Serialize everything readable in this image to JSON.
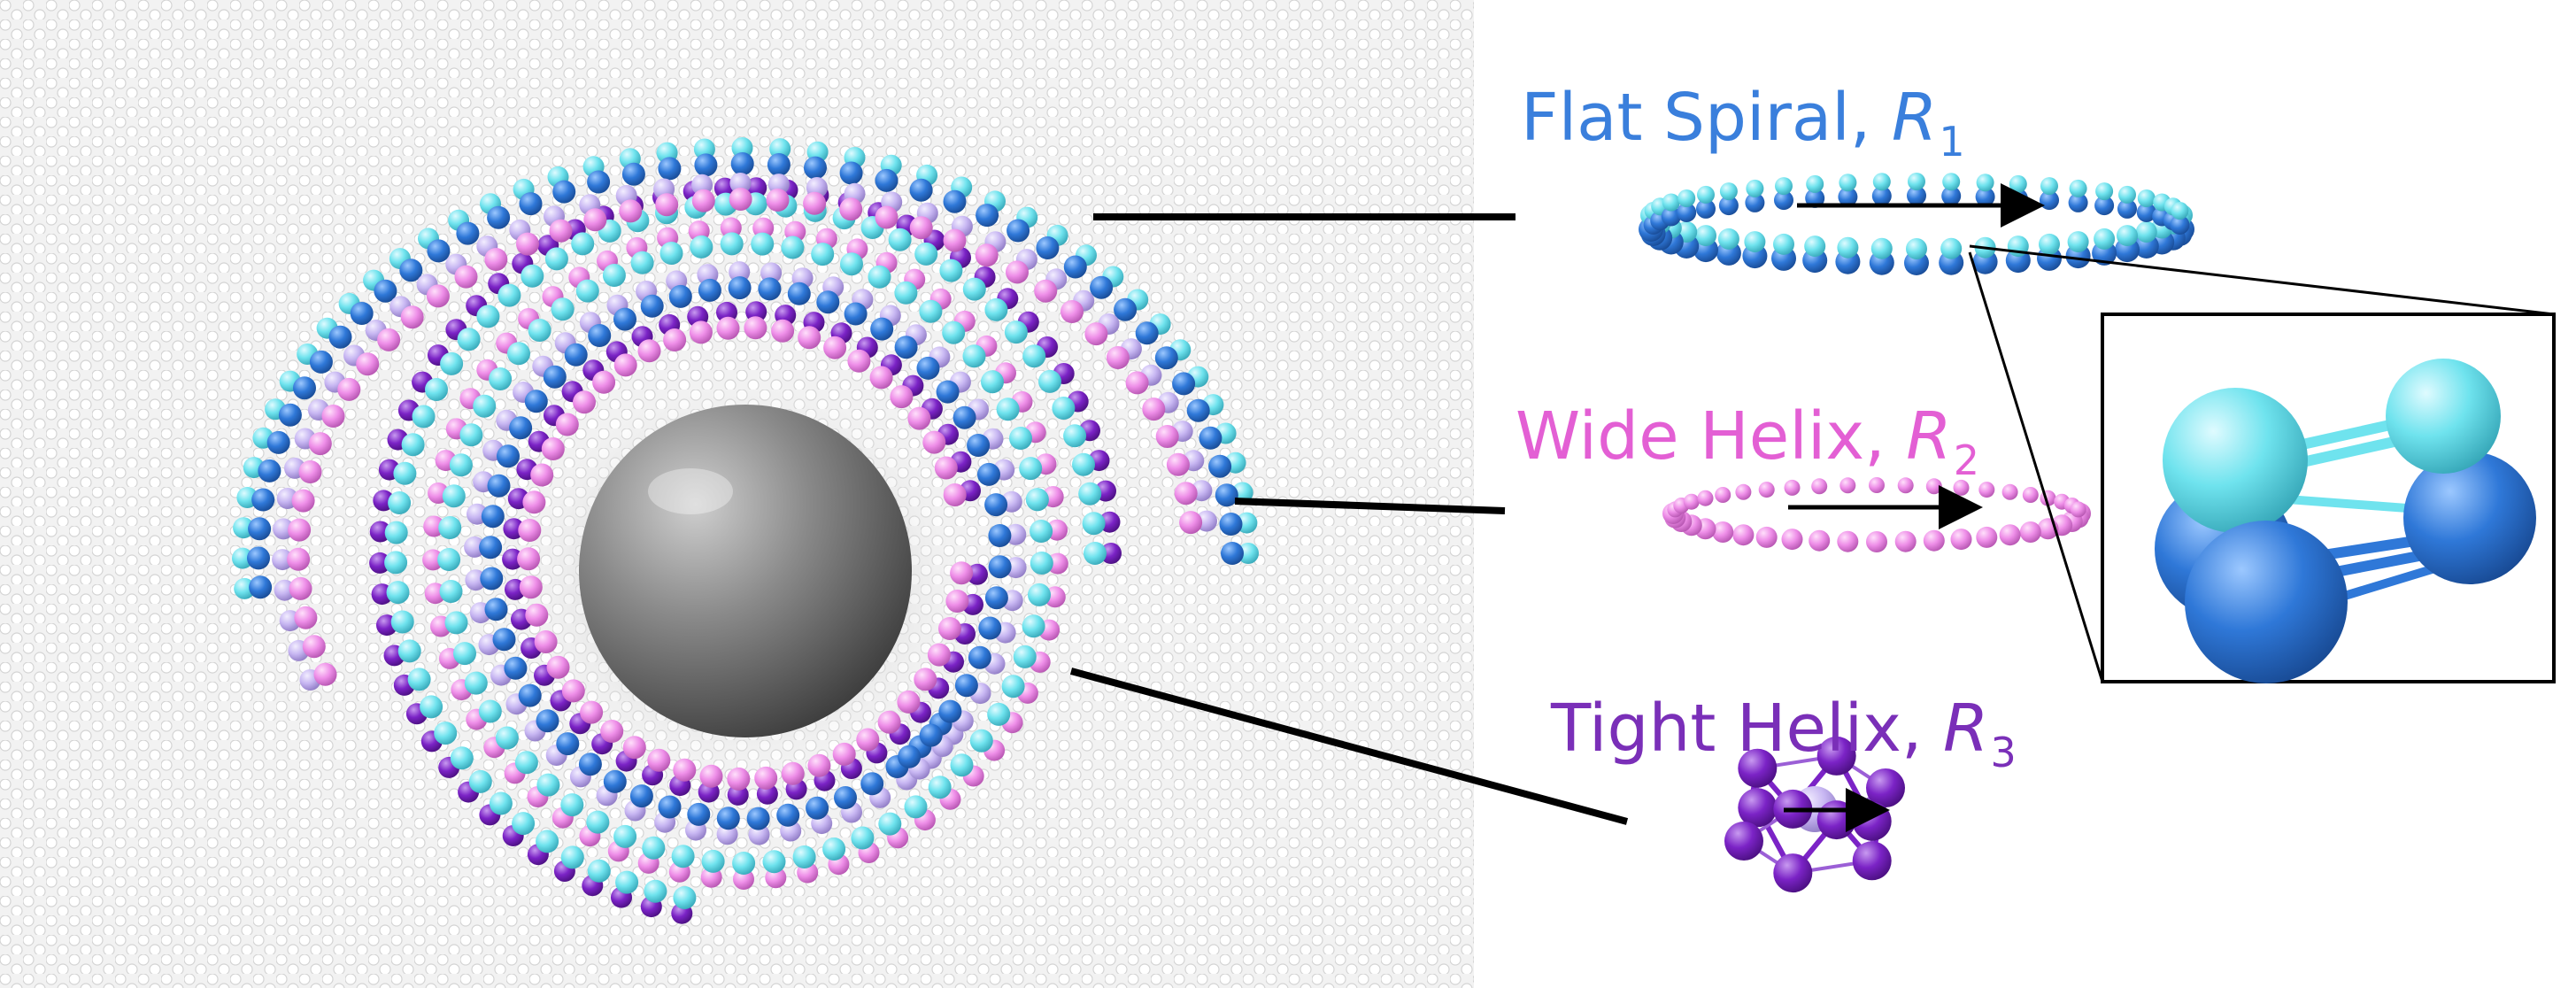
{
  "labels": {
    "r1": {
      "name": "Flat Spiral, ",
      "var": "R",
      "sub": "1",
      "color": "#3a7fdc"
    },
    "r2": {
      "name": "Wide Helix, ",
      "var": "R",
      "sub": "2",
      "color": "#e35fd4"
    },
    "r3": {
      "name": "Tight Helix, ",
      "var": "R",
      "sub": "3",
      "color": "#7a2fb8"
    }
  },
  "colors": {
    "cyan": "#6fe3ee",
    "blue": "#2f78d8",
    "pink": "#ee8ee8",
    "lavender": "#c7b6f2",
    "purple": "#7b23c6",
    "membrane": "#ececec",
    "particle": "#8c8c8c",
    "leader": "#000000"
  }
}
